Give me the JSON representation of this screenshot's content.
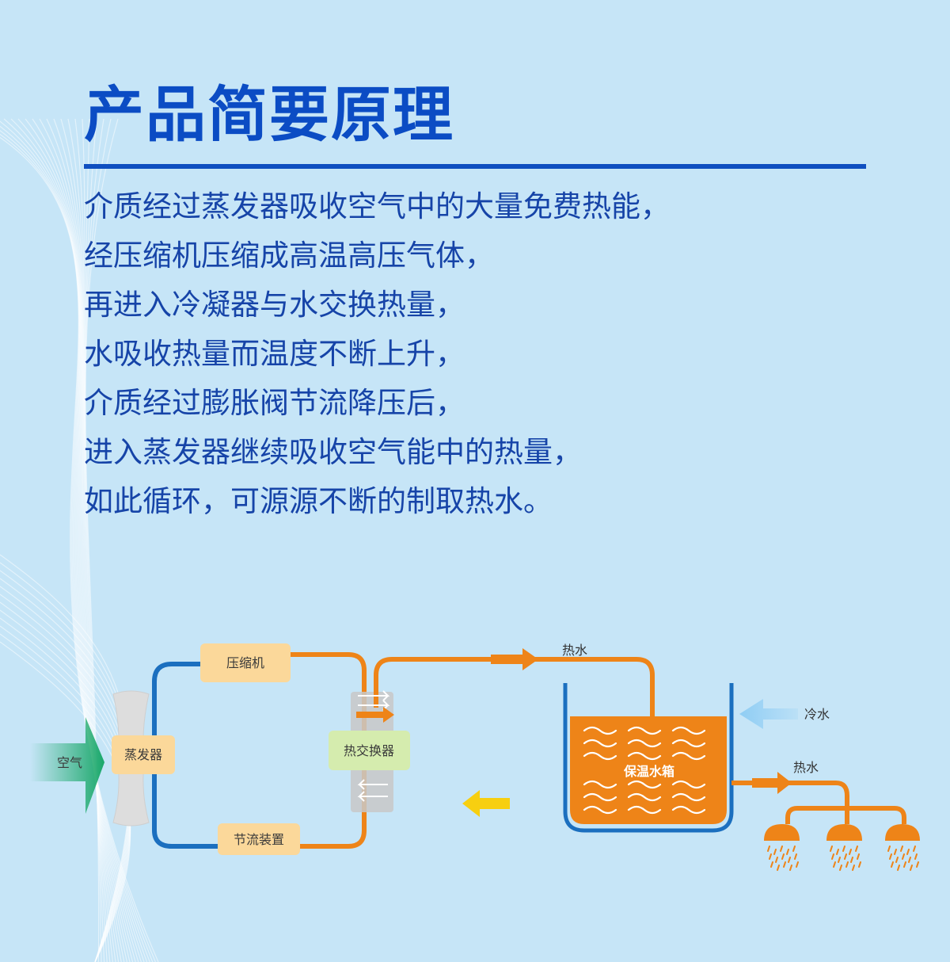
{
  "title": "产品简要原理",
  "paragraph": [
    "介质经过蒸发器吸收空气中的大量免费热能，",
    "经压缩机压缩成高温高压气体，",
    "再进入冷凝器与水交换热量，",
    "水吸收热量而温度不断上升，",
    "介质经过膨胀阀节流降压后，",
    "进入蒸发器继续吸收空气能中的热量，",
    "如此循环，可源源不断的制取热水。"
  ],
  "diagram": {
    "air": "空气",
    "evaporator": "蒸发器",
    "compressor": "压缩机",
    "heat_exchanger": "热交换器",
    "throttle": "节流装置",
    "tank": "保温水箱",
    "hot_water_top": "热水",
    "cold_water": "冷水",
    "hot_water_out": "热水"
  },
  "colors": {
    "title": "#0b4cc4",
    "text": "#1644a8",
    "cold_pipe": "#1b6fbf",
    "hot_pipe": "#ee8418",
    "box_fill": "#fbd89a",
    "exchanger_fill": "#d5ecae",
    "air_arrow": "#1aa86a",
    "cold_water_arrow": "#8fcdf4",
    "return_arrow": "#f7cf10"
  }
}
